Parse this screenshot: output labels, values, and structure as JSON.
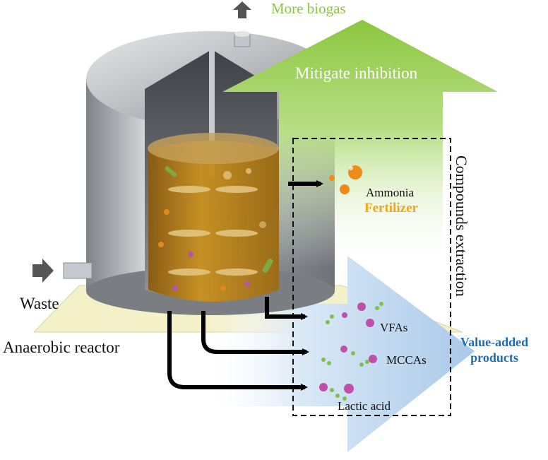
{
  "labels": {
    "more_biogas": "More biogas",
    "mitigate_inhibition": "Mitigate inhibition",
    "compounds_extraction": "Compounds extraction",
    "ammonia": "Ammonia",
    "fertilizer": "Fertilizer",
    "waste": "Waste",
    "anaerobic_reactor": "Anaerobic reactor",
    "vfas": "VFAs",
    "mccas": "MCCAs",
    "lactic_acid": "Lactic acid",
    "value_added_line1": "Value-added",
    "value_added_line2": "products"
  },
  "icons": [
    "biogas-up-arrow-icon",
    "waste-inlet-arrow-icon",
    "ammonia-molecule-icon",
    "vfa-molecule-icon",
    "mcca-molecule-icon",
    "lactic-acid-molecule-icon"
  ],
  "colors": {
    "green_arrow": "#8cc63f",
    "blue_arrow": "#b9d4ee",
    "fertilizer": "#f3a51c",
    "value_added": "#1a6bb8",
    "sludge": "#b67e1a",
    "reactor_shell": "#a9adb2"
  }
}
